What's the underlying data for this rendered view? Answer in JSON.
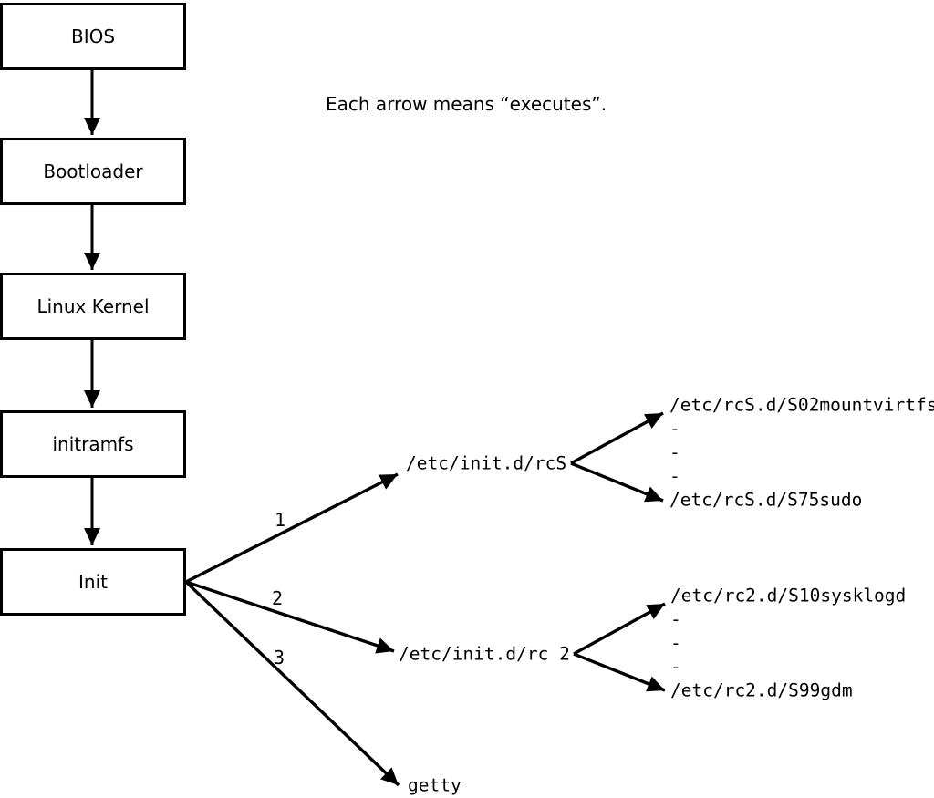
{
  "note": "Each arrow means “executes”.",
  "colors": {
    "ink": "#000000",
    "background": "#ffffff"
  },
  "boot_chain": [
    {
      "label": "BIOS"
    },
    {
      "label": "Bootloader"
    },
    {
      "label": "Linux Kernel"
    },
    {
      "label": "initramfs"
    },
    {
      "label": "Init"
    }
  ],
  "branches": [
    {
      "order_label": "1",
      "target": "/etc/init.d/rcS",
      "children": [
        "/etc/rcS.d/S02mountvirtfs",
        "-",
        "-",
        "-",
        "/etc/rcS.d/S75sudo"
      ]
    },
    {
      "order_label": "2",
      "target": "/etc/init.d/rc 2",
      "children": [
        "/etc/rc2.d/S10sysklogd",
        "-",
        "-",
        "-",
        "/etc/rc2.d/S99gdm"
      ]
    },
    {
      "order_label": "3",
      "target": "getty",
      "children": []
    }
  ]
}
